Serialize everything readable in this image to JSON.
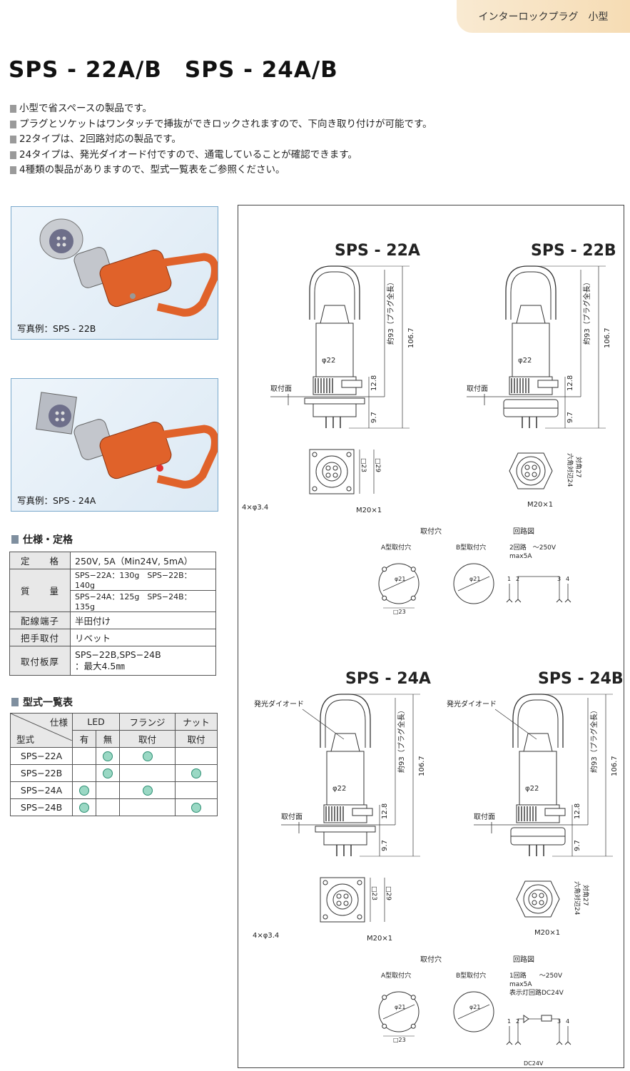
{
  "header_tab": "インターロックプラグ　小型",
  "title": "SPS - 22A/B　SPS - 24A/B",
  "features": [
    "小型で省スペースの製品です。",
    "プラグとソケットはワンタッチで挿抜ができロックされますので、下向き取り付けが可能です。",
    "22タイプは、2回路対応の製品です。",
    "24タイプは、発光ダイオード付ですので、通電していることが確認できます。",
    "4種類の製品がありますので、型式一覧表をご参照ください。"
  ],
  "photos": [
    {
      "caption": "写真例：SPS - 22B"
    },
    {
      "caption": "写真例：SPS - 24A"
    }
  ],
  "spec": {
    "heading": "仕様・定格",
    "rows": {
      "rating_label": "定　　格",
      "rating_value": "250V, 5A（Min24V, 5mA）",
      "mass_label": "質　　量",
      "mass_value_1": "SPS−22A：130g　SPS−22B：140g",
      "mass_value_2": "SPS−24A：125g　SPS−24B：135g",
      "wiring_label": "配線端子",
      "wiring_value": "半田付け",
      "handle_label": "把手取付",
      "handle_value": "リベット",
      "plate_label": "取付板厚",
      "plate_value_1": "SPS−22B,SPS−24B",
      "plate_value_2": "：最大4.5㎜"
    }
  },
  "models": {
    "heading": "型式一覧表",
    "spec_label": "仕様",
    "type_label": "型式",
    "led_label": "LED",
    "led_yes": "有",
    "led_no": "無",
    "flange_label": "フランジ",
    "nut_label": "ナット",
    "mount_label": "取付",
    "rows": [
      {
        "name": "SPS−22A",
        "led_yes": false,
        "led_no": true,
        "flange": true,
        "nut": false
      },
      {
        "name": "SPS−22B",
        "led_yes": false,
        "led_no": true,
        "flange": false,
        "nut": true
      },
      {
        "name": "SPS−24A",
        "led_yes": true,
        "led_no": false,
        "flange": true,
        "nut": false
      },
      {
        "name": "SPS−24B",
        "led_yes": true,
        "led_no": false,
        "flange": false,
        "nut": true
      }
    ]
  },
  "drawings": {
    "titles": [
      "SPS - 22A",
      "SPS - 22B",
      "SPS - 24A",
      "SPS - 24B"
    ],
    "dim_total": "106.7",
    "dim_plug": "約93（プラグ全長）",
    "dim_dia": "φ22",
    "dim_12_8": "12.8",
    "dim_9_7": "9.7",
    "mount_face": "取付面",
    "dim_sq23": "□23",
    "dim_sq29": "□29",
    "holes": "4×φ3.4",
    "thread": "M20×1",
    "hex": "六角対辺24",
    "corner": "対角27",
    "led_label": "発光ダイオード",
    "mount_holes": "取付穴",
    "a_type": "A型取付穴",
    "b_type": "B型取付穴",
    "circuit": "回路図",
    "phi21": "φ21",
    "circuit_22": [
      "2回路　〜250V",
      "max5A"
    ],
    "circuit_24": [
      "1回路　　〜250V",
      "max5A",
      "表示灯回路DC24V"
    ],
    "dc24v": "DC24V",
    "pins": [
      "1",
      "2",
      "3",
      "4"
    ]
  }
}
